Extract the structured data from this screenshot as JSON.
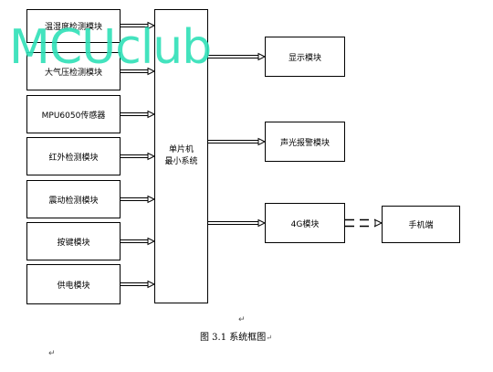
{
  "diagram": {
    "input_modules": [
      {
        "id": "temp-humidity",
        "label": "温湿度检测模块"
      },
      {
        "id": "air-pressure",
        "label": "大气压检测模块"
      },
      {
        "id": "mpu6050",
        "label": "MPU6050传感器"
      },
      {
        "id": "infrared",
        "label": "红外检测模块"
      },
      {
        "id": "vibration",
        "label": "震动检测模块"
      },
      {
        "id": "buttons",
        "label": "按键模块"
      },
      {
        "id": "power",
        "label": "供电模块"
      }
    ],
    "mcu": {
      "line1": "单片机",
      "line2": "最小系统"
    },
    "output_modules": [
      {
        "id": "display",
        "label": "显示模块"
      },
      {
        "id": "sound-light-alarm",
        "label": "声光报警模块"
      },
      {
        "id": "4g",
        "label": "4G模块"
      }
    ],
    "phone": {
      "label": "手机端"
    },
    "caption": "图 3.1 系统框图",
    "paragraph_mark": "↵"
  },
  "watermark": "MCUclub",
  "colors": {
    "watermark": "#2fe0b8",
    "stroke": "#000000"
  }
}
